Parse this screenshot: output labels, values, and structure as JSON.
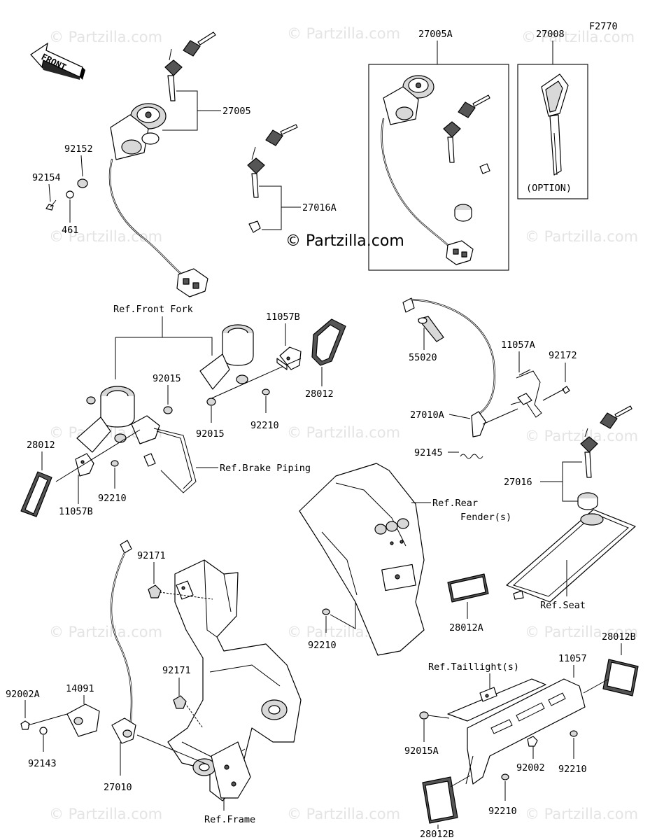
{
  "diagram_code": "F2770",
  "front_arrow_label": "FRONT",
  "watermark": "© Partzilla.com",
  "main_watermark": "© Partzilla.com",
  "option_label": "(OPTION)",
  "parts": {
    "p27005": "27005",
    "p92152": "92152",
    "p92154": "92154",
    "p461": "461",
    "p27016A": "27016A",
    "p27005A": "27005A",
    "p27008": "27008",
    "p11057B_top": "11057B",
    "p28012_top": "28012",
    "p92015_a": "92015",
    "p92015_b": "92015",
    "p92210_a": "92210",
    "p28012_left": "28012",
    "p92210_b": "92210",
    "p11057B_bottom": "11057B",
    "p55020": "55020",
    "p11057A": "11057A",
    "p92172": "92172",
    "p27010A": "27010A",
    "p92145": "92145",
    "p27016": "27016",
    "p92171_a": "92171",
    "p92171_b": "92171",
    "p92002A": "92002A",
    "p14091": "14091",
    "p92143": "92143",
    "p27010": "27010",
    "p92210_c": "92210",
    "p28012A": "28012A",
    "p11057": "11057",
    "p28012B_a": "28012B",
    "p92015A": "92015A",
    "p92002": "92002",
    "p92210_d": "92210",
    "p92210_e": "92210",
    "p28012B_b": "28012B"
  },
  "references": {
    "front_fork": "Ref.Front Fork",
    "brake_piping": "Ref.Brake Piping",
    "rear_fender_1": "Ref.Rear",
    "rear_fender_2": "Fender(s)",
    "seat": "Ref.Seat",
    "taillight": "Ref.Taillight(s)",
    "frame": "Ref.Frame"
  },
  "colors": {
    "line": "#000000",
    "watermark": "#e4e4e4",
    "background": "#ffffff"
  }
}
